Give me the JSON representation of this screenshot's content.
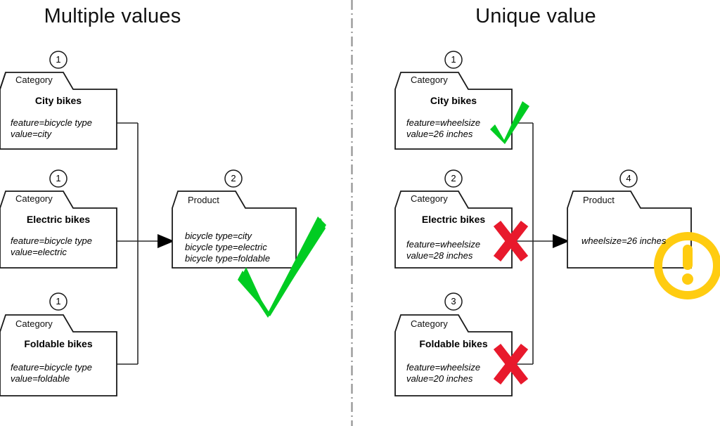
{
  "panels": [
    {
      "id": "multiple-values",
      "title": "Multiple values",
      "verdict": "check",
      "nodes": [
        {
          "badge": "1",
          "kind": "Category",
          "name": "City bikes",
          "attrs": "feature=bicycle type\nvalue=city"
        },
        {
          "badge": "1",
          "kind": "Category",
          "name": "Electric bikes",
          "attrs": "feature=bicycle type\nvalue=electric"
        },
        {
          "badge": "1",
          "kind": "Category",
          "name": "Foldable bikes",
          "attrs": "feature=bicycle type\nvalue=foldable"
        }
      ],
      "result": {
        "badge": "2",
        "kind": "Product",
        "name": "",
        "attrs": "bicycle type=city\nbicycle type=electric\nbicycle type=foldable"
      },
      "marks": [
        {
          "type": "check-mark-icon",
          "on": "result"
        }
      ]
    },
    {
      "id": "unique-value",
      "title": "Unique value",
      "verdict": "warning",
      "nodes": [
        {
          "badge": "1",
          "kind": "Category",
          "name": "City bikes",
          "attrs": "feature=wheelsize\nvalue=26 inches",
          "mark": "check-mark-icon"
        },
        {
          "badge": "2",
          "kind": "Category",
          "name": "Electric bikes",
          "attrs": "feature=wheelsize\nvalue=28 inches",
          "mark": "cross-mark-icon"
        },
        {
          "badge": "3",
          "kind": "Category",
          "name": "Foldable bikes",
          "attrs": "feature=wheelsize\nvalue=20 inches",
          "mark": "cross-mark-icon"
        }
      ],
      "result": {
        "badge": "4",
        "kind": "Product",
        "name": "",
        "attrs": "wheelsize=26 inches"
      },
      "marks": [
        {
          "type": "warning-icon",
          "on": "result"
        }
      ]
    }
  ],
  "colors": {
    "stroke": "#1a1a1a",
    "divider": "#9a9a9a",
    "check_green": "#00cc22",
    "cross_red": "#e8192c",
    "warning_yellow": "#ffcc11",
    "background": "#ffffff"
  }
}
